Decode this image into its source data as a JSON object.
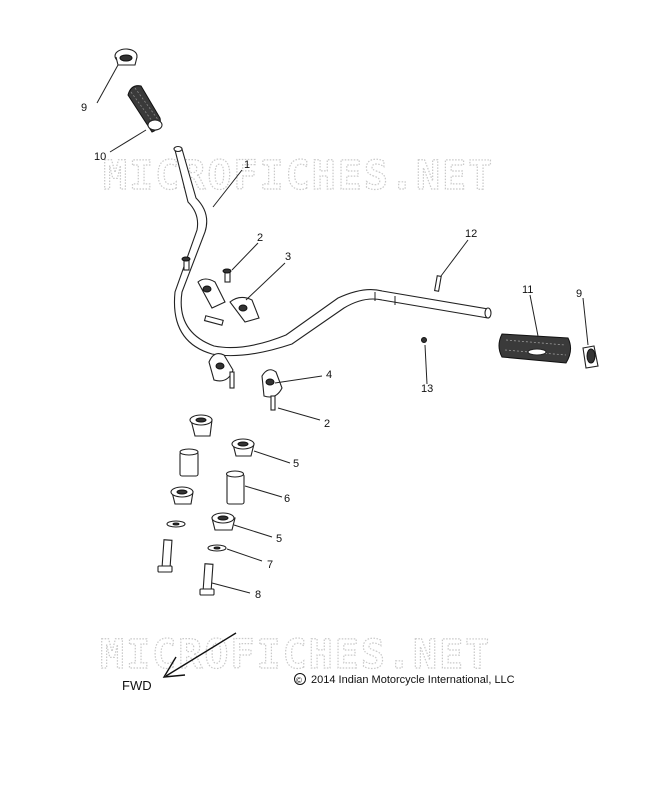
{
  "watermark": {
    "text": "MICROFICHES.NET"
  },
  "callouts": {
    "c9a": "9",
    "c10": "10",
    "c1": "1",
    "c2a": "2",
    "c3": "3",
    "c12": "12",
    "c11": "11",
    "c9b": "9",
    "c13": "13",
    "c4": "4",
    "c2b": "2",
    "c5a": "5",
    "c6": "6",
    "c5b": "5",
    "c7": "7",
    "c8": "8"
  },
  "fwd_label": "FWD",
  "copyright": "2014 Indian Motorcycle International, LLC",
  "copyright_symbol": "©"
}
